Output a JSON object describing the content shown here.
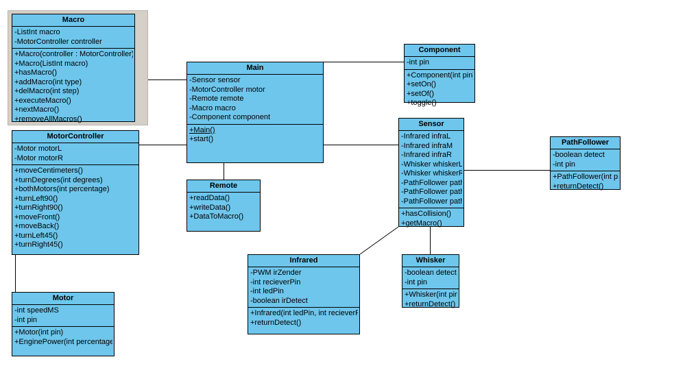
{
  "diagram": {
    "type": "uml-class-diagram",
    "background_color": "#ffffff",
    "class_fill_color": "#6ec6ec",
    "class_border_color": "#000000",
    "line_color": "#000000",
    "selection_color": "#d4d0c8"
  },
  "classes": {
    "macro": {
      "name": "Macro",
      "attributes": [
        "-ListInt macro",
        "-MotorController controller"
      ],
      "operations": [
        "+Macro(controller : MotorController)",
        "+Macro(ListInt macro)",
        "+hasMacro()",
        "+addMacro(int type)",
        "+delMacro(int step)",
        "+executeMacro()",
        "+nextMacro()",
        "+removeAllMacros()"
      ],
      "selected": "true"
    },
    "motorcontroller": {
      "name": "MotorController",
      "attributes": [
        "-Motor motorL",
        "-Motor motorR"
      ],
      "operations": [
        "+moveCentimeters()",
        "+turnDegrees(int degrees)",
        "+bothMotors(int percentage)",
        "+turnLeft90()",
        "+turnRight90()",
        "+moveFront()",
        "+moveBack()",
        "+turnLeft45()",
        "+turnRight45()"
      ]
    },
    "motor": {
      "name": "Motor",
      "attributes": [
        "-int speedMS",
        "-int pin"
      ],
      "operations": [
        "+Motor(int pin)",
        "+EnginePower(int percentage)"
      ]
    },
    "main": {
      "name": "Main",
      "attributes": [
        "-Sensor sensor",
        "-MotorController motor",
        "-Remote remote",
        "-Macro macro",
        "-Component component"
      ],
      "operations": [
        "+Main()",
        "+start()"
      ],
      "static_operations": [
        "+Main()"
      ]
    },
    "remote": {
      "name": "Remote",
      "operations": [
        "+readData()",
        "+writeData()",
        "+DataToMacro()"
      ]
    },
    "component": {
      "name": "Component",
      "attributes": [
        "-int pin"
      ],
      "operations": [
        "+Component(int pin)",
        "+setOn()",
        "+setOf()",
        "+toggle()"
      ]
    },
    "sensor": {
      "name": "Sensor",
      "attributes": [
        "-Infrared infraL",
        "-Infrared infraM",
        "-Infrared infraR",
        "-Whisker whiskerL",
        "-Whisker whiskerR",
        "-PathFollower pathL",
        "-PathFollower pathM",
        "-PathFollower pathR"
      ],
      "operations": [
        "+hasCollision()",
        "+getMacro()"
      ]
    },
    "pathfollower": {
      "name": "PathFollower",
      "attributes": [
        "-boolean detect",
        "-int pin"
      ],
      "operations": [
        "+PathFollower(int pin)",
        "+returnDetect()"
      ]
    },
    "infrared": {
      "name": "Infrared",
      "attributes": [
        "-PWM irZender",
        "-int recieverPin",
        "-int ledPin",
        "-boolean irDetect"
      ],
      "operations": [
        "+Infrared(int ledPin, int recieverPin)",
        "+returnDetect()"
      ]
    },
    "whisker": {
      "name": "Whisker",
      "attributes": [
        "-boolean detect",
        "-int pin"
      ],
      "operations": [
        "+Whisker(int pin)",
        "+returnDetect()"
      ]
    }
  },
  "associations": [
    {
      "from": "Macro",
      "to": "Main"
    },
    {
      "from": "MotorController",
      "to": "Main"
    },
    {
      "from": "MotorController",
      "to": "Motor"
    },
    {
      "from": "Main",
      "to": "Component"
    },
    {
      "from": "Main",
      "to": "Remote"
    },
    {
      "from": "Main",
      "to": "Sensor"
    },
    {
      "from": "Sensor",
      "to": "PathFollower"
    },
    {
      "from": "Sensor",
      "to": "Infrared"
    },
    {
      "from": "Sensor",
      "to": "Whisker"
    }
  ]
}
